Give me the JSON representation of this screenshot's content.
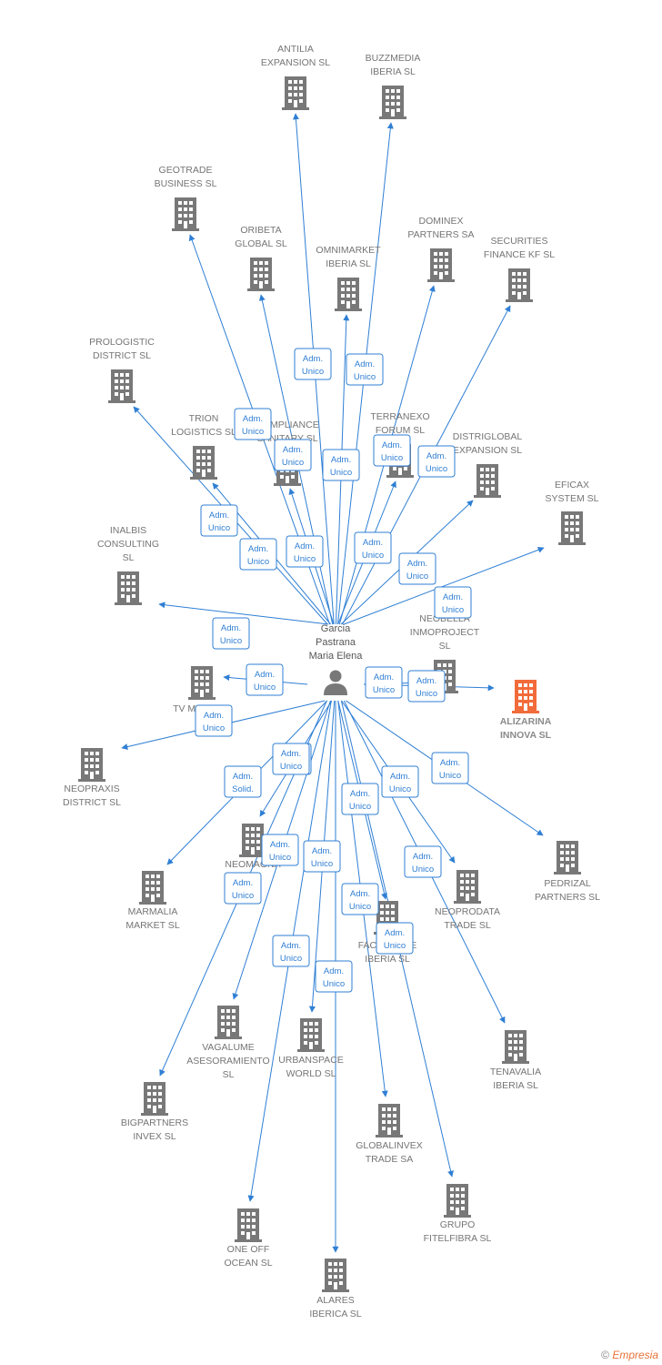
{
  "colors": {
    "edge": "#2f7fd4",
    "node": "#787878",
    "highlight": "#f26b3a"
  },
  "person": {
    "lines": [
      "Garcia",
      "Pastrana",
      "Maria Elena"
    ],
    "icon": "person-icon"
  },
  "companies": [
    {
      "id": "antilia",
      "lines": [
        "ANTILIA",
        "EXPANSION  SL"
      ]
    },
    {
      "id": "buzzmedia",
      "lines": [
        "BUZZMEDIA",
        "IBERIA  SL"
      ]
    },
    {
      "id": "geotrade",
      "lines": [
        "GEOTRADE",
        "BUSINESS  SL"
      ]
    },
    {
      "id": "oribeta",
      "lines": [
        "ORIBETA",
        "GLOBAL  SL"
      ]
    },
    {
      "id": "omnimarket",
      "lines": [
        "OMNIMARKET",
        "IBERIA  SL"
      ]
    },
    {
      "id": "dominex",
      "lines": [
        "DOMINEX",
        "PARTNERS SA"
      ]
    },
    {
      "id": "securities",
      "lines": [
        "SECURITIES",
        "FINANCE KF  SL"
      ]
    },
    {
      "id": "prologistic",
      "lines": [
        "PROLOGISTIC",
        "DISTRICT  SL"
      ]
    },
    {
      "id": "trion",
      "lines": [
        "TRION",
        "LOGISTICS  SL"
      ]
    },
    {
      "id": "compliance",
      "lines": [
        "COMPLIANCE",
        "SANITARY  SL"
      ]
    },
    {
      "id": "terranexo",
      "lines": [
        "TERRANEXO",
        "FORUM  SL"
      ]
    },
    {
      "id": "distriglobal",
      "lines": [
        "DISTRIGLOBAL",
        "EXPANSION  SL"
      ]
    },
    {
      "id": "eficax",
      "lines": [
        "EFICAX",
        "SYSTEM SL"
      ]
    },
    {
      "id": "inalbis",
      "lines": [
        "INALBIS",
        "CONSULTING",
        "SL"
      ]
    },
    {
      "id": "neobella",
      "lines": [
        "NEOBELLA",
        "INMOPROJECT",
        "SL"
      ]
    },
    {
      "id": "tvm",
      "lines": [
        "TV M..."
      ]
    },
    {
      "id": "alizarina",
      "lines": [
        "ALIZARINA",
        "INNOVA  SL"
      ],
      "highlight": true
    },
    {
      "id": "neopraxis",
      "lines": [
        "NEOPRAXIS",
        "DISTRICT  SL"
      ]
    },
    {
      "id": "pedrizal",
      "lines": [
        "PEDRIZAL",
        "PARTNERS  SL"
      ]
    },
    {
      "id": "neomagna",
      "lines": [
        "NEOMAGNA",
        "SL"
      ]
    },
    {
      "id": "marmalia",
      "lines": [
        "MARMALIA",
        "MARKET  SL"
      ]
    },
    {
      "id": "neoprodata",
      "lines": [
        "NEOPRODATA",
        "TRADE  SL"
      ]
    },
    {
      "id": "factorage",
      "lines": [
        "FACTORAGE",
        "IBERIA  SL"
      ]
    },
    {
      "id": "vagalume",
      "lines": [
        "VAGALUME",
        "ASESORAMIENTO",
        "SL"
      ]
    },
    {
      "id": "urbanspace",
      "lines": [
        "URBANSPACE",
        "WORLD  SL"
      ]
    },
    {
      "id": "tenavalia",
      "lines": [
        "TENAVALIA",
        "IBERIA  SL"
      ]
    },
    {
      "id": "bigpartners",
      "lines": [
        "BIGPARTNERS",
        "INVEX  SL"
      ]
    },
    {
      "id": "globalinvex",
      "lines": [
        "GLOBALINVEX",
        "TRADE SA"
      ]
    },
    {
      "id": "grupo",
      "lines": [
        "GRUPO",
        "FITELFIBRA  SL"
      ]
    },
    {
      "id": "oneoff",
      "lines": [
        "ONE OFF",
        "OCEAN  SL"
      ]
    },
    {
      "id": "alares",
      "lines": [
        "ALARES",
        "IBERICA  SL"
      ]
    }
  ],
  "edges": [
    {
      "to": "antilia",
      "label": [
        "Adm.",
        "Unico"
      ]
    },
    {
      "to": "buzzmedia",
      "label": [
        "Adm.",
        "Unico"
      ]
    },
    {
      "to": "geotrade",
      "label": [
        "Adm.",
        "Unico"
      ]
    },
    {
      "to": "oribeta",
      "label": [
        "Adm.",
        "Unico"
      ]
    },
    {
      "to": "omnimarket",
      "label": [
        "Adm.",
        "Unico"
      ]
    },
    {
      "to": "dominex",
      "label": [
        "Adm.",
        "Unico"
      ]
    },
    {
      "to": "securities",
      "label": [
        "Adm.",
        "Unico"
      ]
    },
    {
      "to": "prologistic",
      "label": [
        "Adm.",
        "Unico"
      ]
    },
    {
      "to": "trion",
      "label": [
        "Adm.",
        "Unico"
      ]
    },
    {
      "to": "compliance",
      "label": [
        "Adm.",
        "Unico"
      ]
    },
    {
      "to": "terranexo",
      "label": [
        "Adm.",
        "Unico"
      ]
    },
    {
      "to": "distriglobal",
      "label": [
        "Adm.",
        "Unico"
      ]
    },
    {
      "to": "eficax",
      "label": [
        "Adm.",
        "Unico"
      ]
    },
    {
      "to": "inalbis",
      "label": [
        "Adm.",
        "Unico"
      ]
    },
    {
      "to": "neobella",
      "label": [
        "Adm.",
        "Unico"
      ]
    },
    {
      "to": "tvm",
      "label": [
        "Adm.",
        "Unico"
      ]
    },
    {
      "to": "alizarina",
      "label": [
        "Adm.",
        "Unico"
      ]
    },
    {
      "to": "neopraxis",
      "label": [
        "Adm.",
        "Unico"
      ]
    },
    {
      "to": "pedrizal",
      "label": [
        "Adm.",
        "Unico"
      ]
    },
    {
      "to": "neomagna",
      "label": [
        "Adm.",
        "Unico"
      ]
    },
    {
      "to": "marmalia",
      "label": [
        "Adm.",
        "Solid."
      ]
    },
    {
      "to": "neoprodata",
      "label": [
        "Adm.",
        "Unico"
      ]
    },
    {
      "to": "factorage",
      "label": [
        "Adm.",
        "Unico"
      ]
    },
    {
      "to": "vagalume",
      "label": [
        "Adm.",
        "Unico"
      ]
    },
    {
      "to": "urbanspace",
      "label": [
        "Adm.",
        "Unico"
      ]
    },
    {
      "to": "tenavalia",
      "label": [
        "Adm.",
        "Unico"
      ]
    },
    {
      "to": "bigpartners",
      "label": [
        "Adm.",
        "Unico"
      ]
    },
    {
      "to": "globalinvex",
      "label": [
        "Adm.",
        "Unico"
      ]
    },
    {
      "to": "grupo",
      "label": [
        "Adm.",
        "Unico"
      ]
    },
    {
      "to": "oneoff",
      "label": [
        "Adm.",
        "Unico"
      ]
    },
    {
      "to": "alares",
      "label": [
        "Adm.",
        "Unico"
      ]
    },
    {
      "to": "tvm_extra",
      "label": [
        "Adm.",
        "Unico"
      ]
    },
    {
      "to": "compliance_extra",
      "label": [
        "Adm.",
        "Unico"
      ]
    }
  ],
  "footer": {
    "copyright": "©",
    "brand": "Empresia"
  }
}
